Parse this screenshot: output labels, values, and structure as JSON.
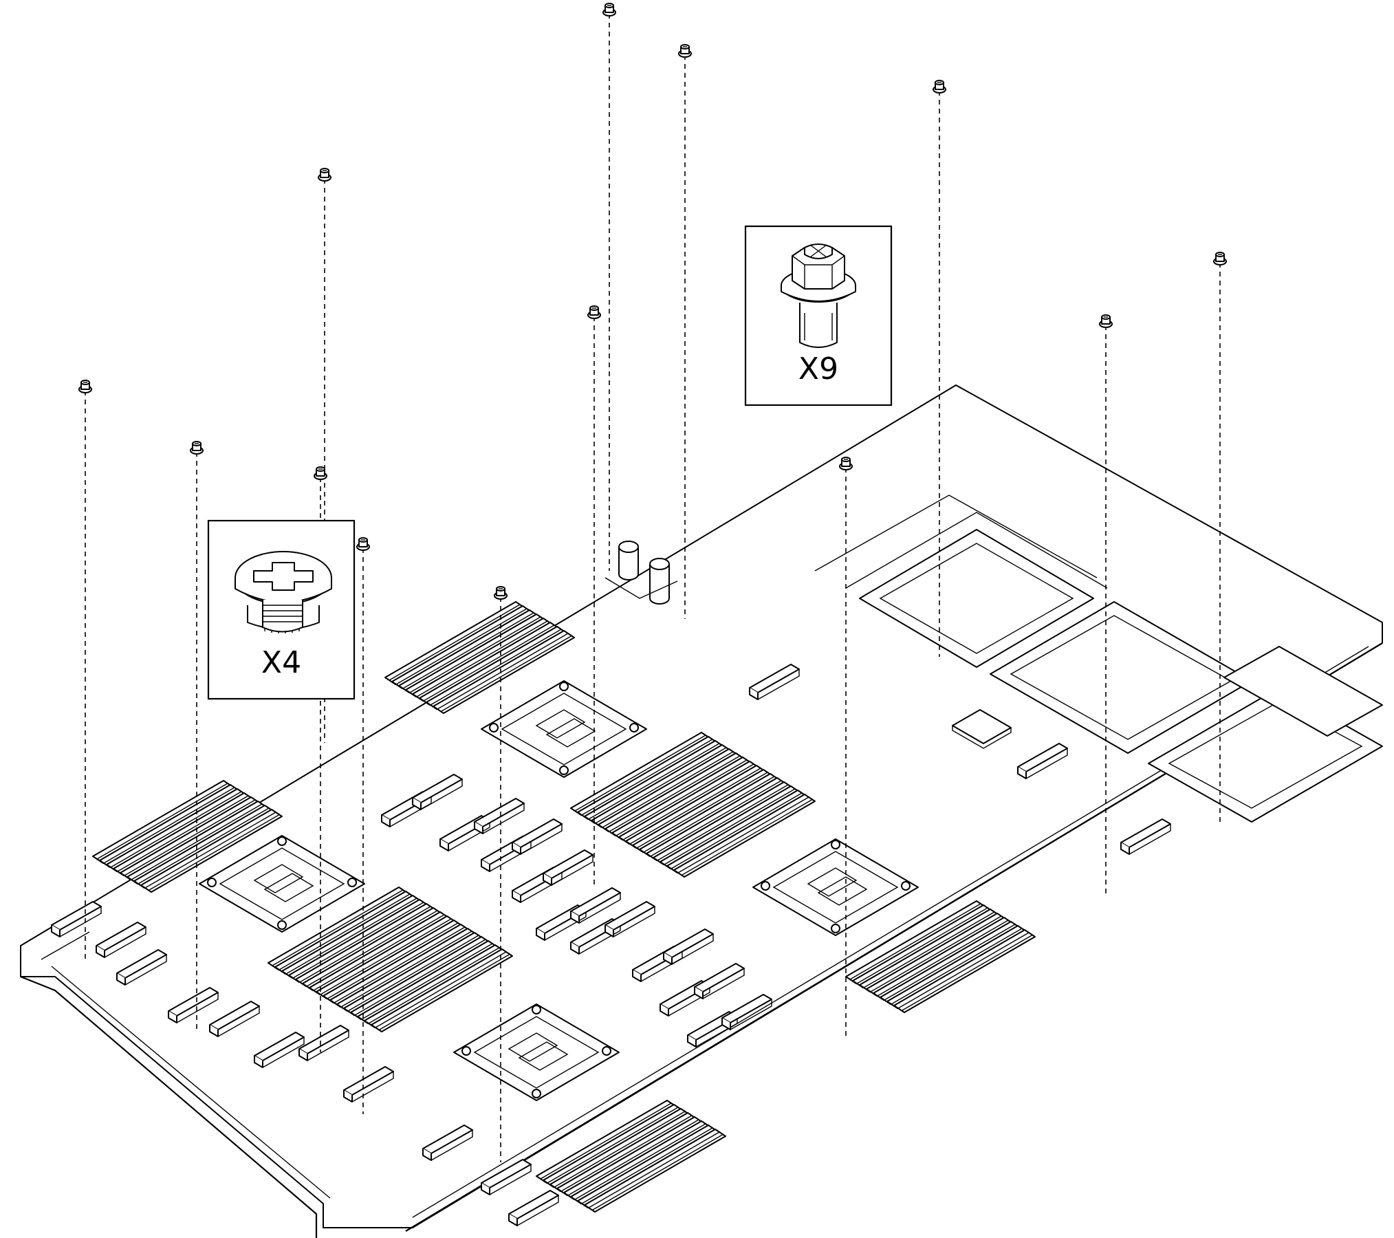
{
  "callouts": [
    {
      "id": "flat-head-screw",
      "icon": "flat-head-screw-icon",
      "label": "X4"
    },
    {
      "id": "hex-flange-screw",
      "icon": "hex-flange-screw-icon",
      "label": "X9"
    }
  ],
  "screw_count": {
    "flat_head": 4,
    "hex_flange": 9
  },
  "colors": {
    "line": "#000000",
    "background": "#ffffff"
  }
}
